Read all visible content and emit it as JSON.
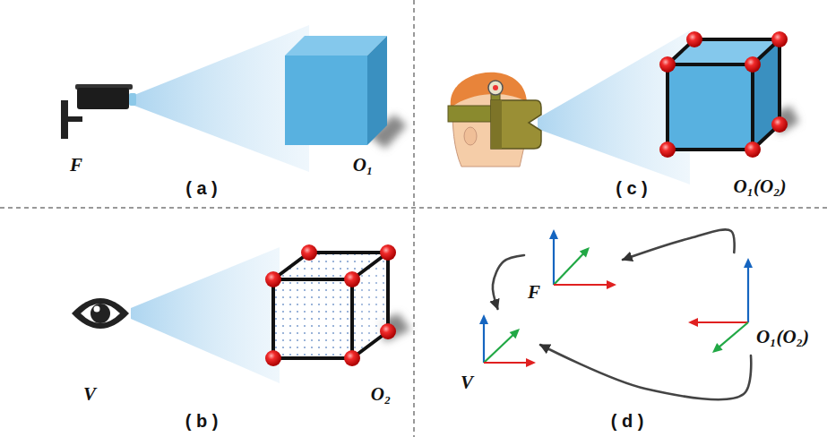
{
  "diagram": {
    "nodes": [
      {
        "text": [
          "F"
        ]
      },
      {
        "text": [
          "V"
        ]
      },
      {
        "text": [
          "O₁(O₂)"
        ]
      }
    ],
    "edges": [
      {
        "from": 2,
        "to": 0,
        "arrow": "to"
      },
      {
        "from": 0,
        "to": 1,
        "arrow": "to"
      },
      {
        "from": 2,
        "to": 1,
        "arrow": "to"
      }
    ],
    "labels": [
      "F",
      "O₁",
      "( a )",
      "O₁(O₂)",
      "( c )",
      "V",
      "O₂",
      "( b )",
      "( d )"
    ]
  }
}
